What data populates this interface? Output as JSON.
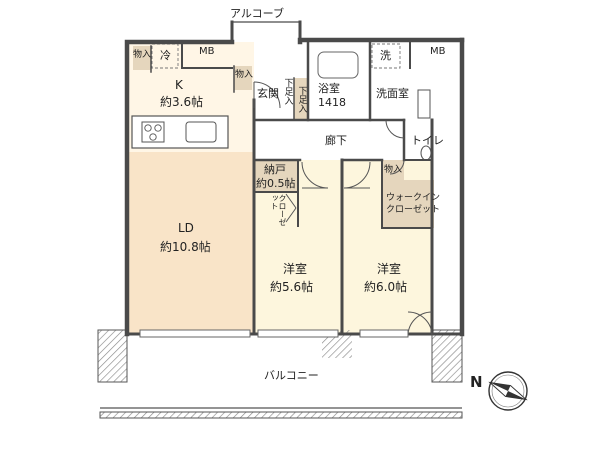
{
  "rooms": {
    "alcove": "アルコーブ",
    "k": "K",
    "k_area": "約3.6帖",
    "ld": "LD",
    "ld_area": "約10.8帖",
    "bath": "浴室",
    "bath_size": "1418",
    "wash": "洗面室",
    "entrance": "玄関",
    "shoe1": "下足入",
    "shoe2": "下足入",
    "hall": "廊下",
    "toilet": "トイレ",
    "storage1": "物入",
    "storage2": "物入",
    "storage3": "物入",
    "nando": "納戸",
    "nando_area": "約0.5帖",
    "closet": "クローゼット",
    "wic_1": "ウォークイン",
    "wic_2": "クローゼット",
    "west1": "洋室",
    "west1_area": "約5.6帖",
    "west2": "洋室",
    "west2_area": "約6.0帖",
    "balcony": "バルコニー",
    "fridge": "冷",
    "washer": "洗",
    "mb1": "MB",
    "mb2": "MB"
  },
  "compass": {
    "label": "N"
  },
  "colors": {
    "wall": "#4a4a4a",
    "ld_floor": "#f9e4c8",
    "room_floor": "#fdf6dd",
    "wet_floor": "#ffffff",
    "storage_fill": "#e5d6bd",
    "balcony_hatch": "#9a9a9a"
  }
}
